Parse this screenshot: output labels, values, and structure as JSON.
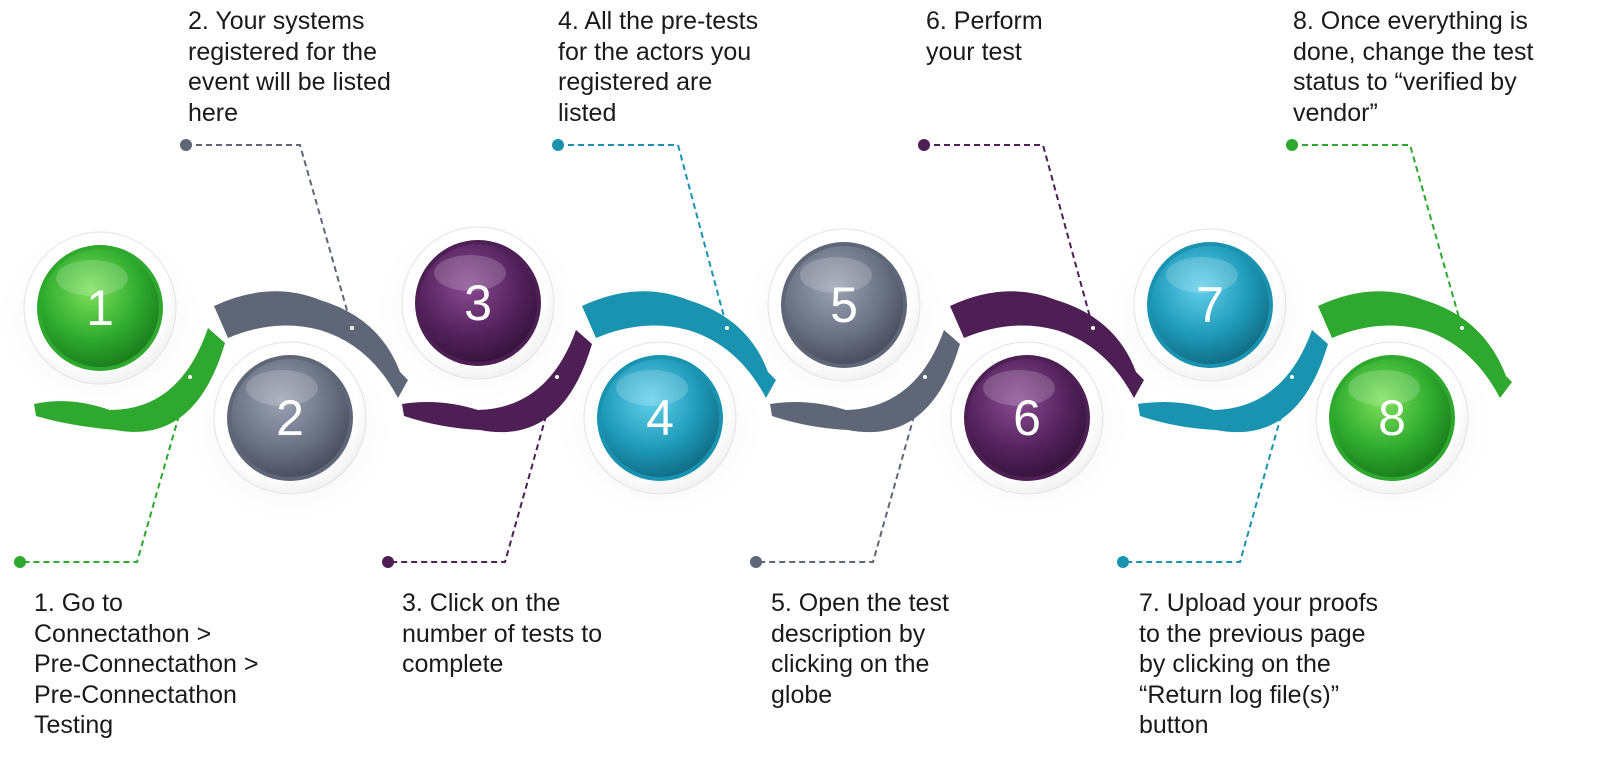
{
  "colors": {
    "green": "#2ea82e",
    "slate": "#5f6677",
    "purple": "#4d1f55",
    "teal": "#1a93b0"
  },
  "steps": [
    {
      "number": "1",
      "color": "green",
      "label": "1. Go to\nConnectathon >\nPre-Connectathon >\nPre-Connectathon\nTesting"
    },
    {
      "number": "2",
      "color": "slate",
      "label": "2. Your systems\nregistered for the\nevent will be listed\nhere"
    },
    {
      "number": "3",
      "color": "purple",
      "label": "3. Click on the\nnumber of tests to\ncomplete"
    },
    {
      "number": "4",
      "color": "teal",
      "label": "4. All the pre-tests\nfor the actors you\nregistered are\nlisted"
    },
    {
      "number": "5",
      "color": "slate",
      "label": "5. Open the test\ndescription by\nclicking on the\nglobe"
    },
    {
      "number": "6",
      "color": "purple",
      "label": "6. Perform\nyour test"
    },
    {
      "number": "7",
      "color": "teal",
      "label": "7. Upload your proofs\nto the previous page\nby clicking on the\n“Return log file(s)”\nbutton"
    },
    {
      "number": "8",
      "color": "green",
      "label": "8. Once everything is\ndone, change the test\nstatus to “verified by\nvendor”"
    }
  ]
}
